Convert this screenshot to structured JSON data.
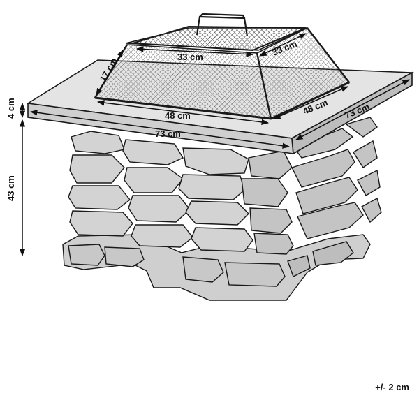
{
  "dimensions": {
    "lid_width": "33 cm",
    "lid_depth": "33 cm",
    "lid_height": "17 cm",
    "bowl_width": "48 cm",
    "bowl_depth": "48 cm",
    "top_width": "73 cm",
    "top_depth": "73 cm",
    "top_thickness": "4 cm",
    "base_height": "43 cm"
  },
  "tolerance": "+/- 2 cm",
  "colors": {
    "stroke": "#1a1a1a",
    "stone_fill": "#c9c9c9",
    "mesh": "#555555",
    "top_fill": "#e4e4e4"
  }
}
